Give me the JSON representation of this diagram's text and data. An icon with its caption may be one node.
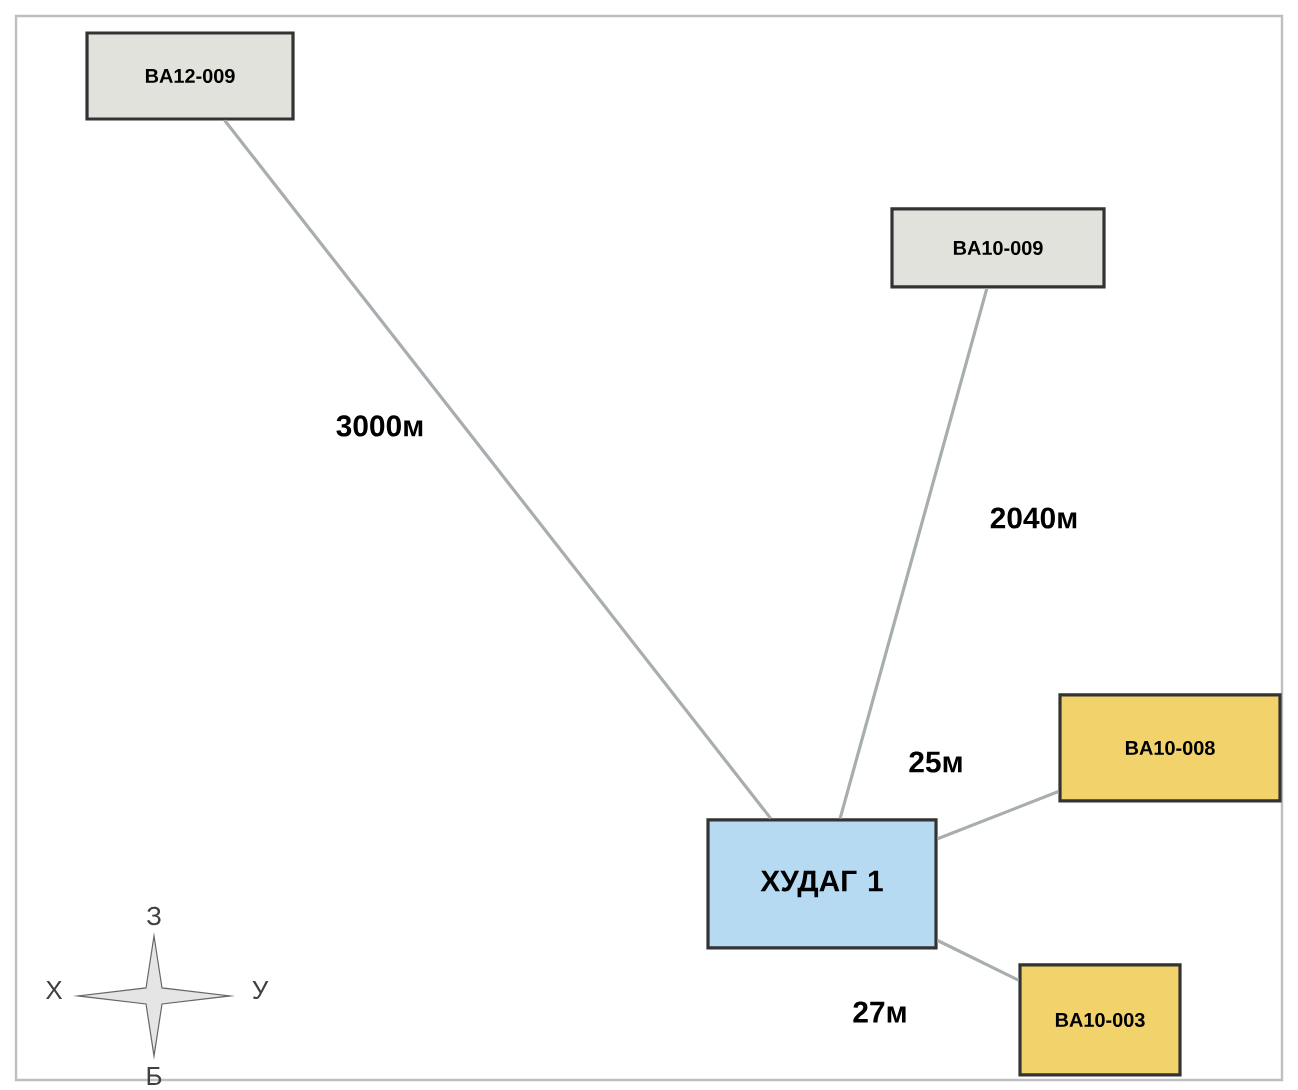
{
  "diagram": {
    "nodes": [
      {
        "text": [
          "BA12-009"
        ]
      },
      {
        "text": [
          "BA10-009"
        ]
      },
      {
        "text": [
          "BA10-008"
        ]
      },
      {
        "text": [
          "ХУДАГ 1"
        ]
      },
      {
        "text": [
          "BA10-003"
        ]
      }
    ],
    "edges": [
      {
        "from": 3,
        "to": 0,
        "arrow": "none",
        "label": "3000м"
      },
      {
        "from": 3,
        "to": 1,
        "arrow": "none",
        "label": "2040м"
      },
      {
        "from": 3,
        "to": 2,
        "arrow": "none",
        "label": "25м"
      },
      {
        "from": 3,
        "to": 4,
        "arrow": "none",
        "label": "27м"
      }
    ],
    "labels": [
      "З",
      "Х",
      "У",
      "Б"
    ]
  }
}
